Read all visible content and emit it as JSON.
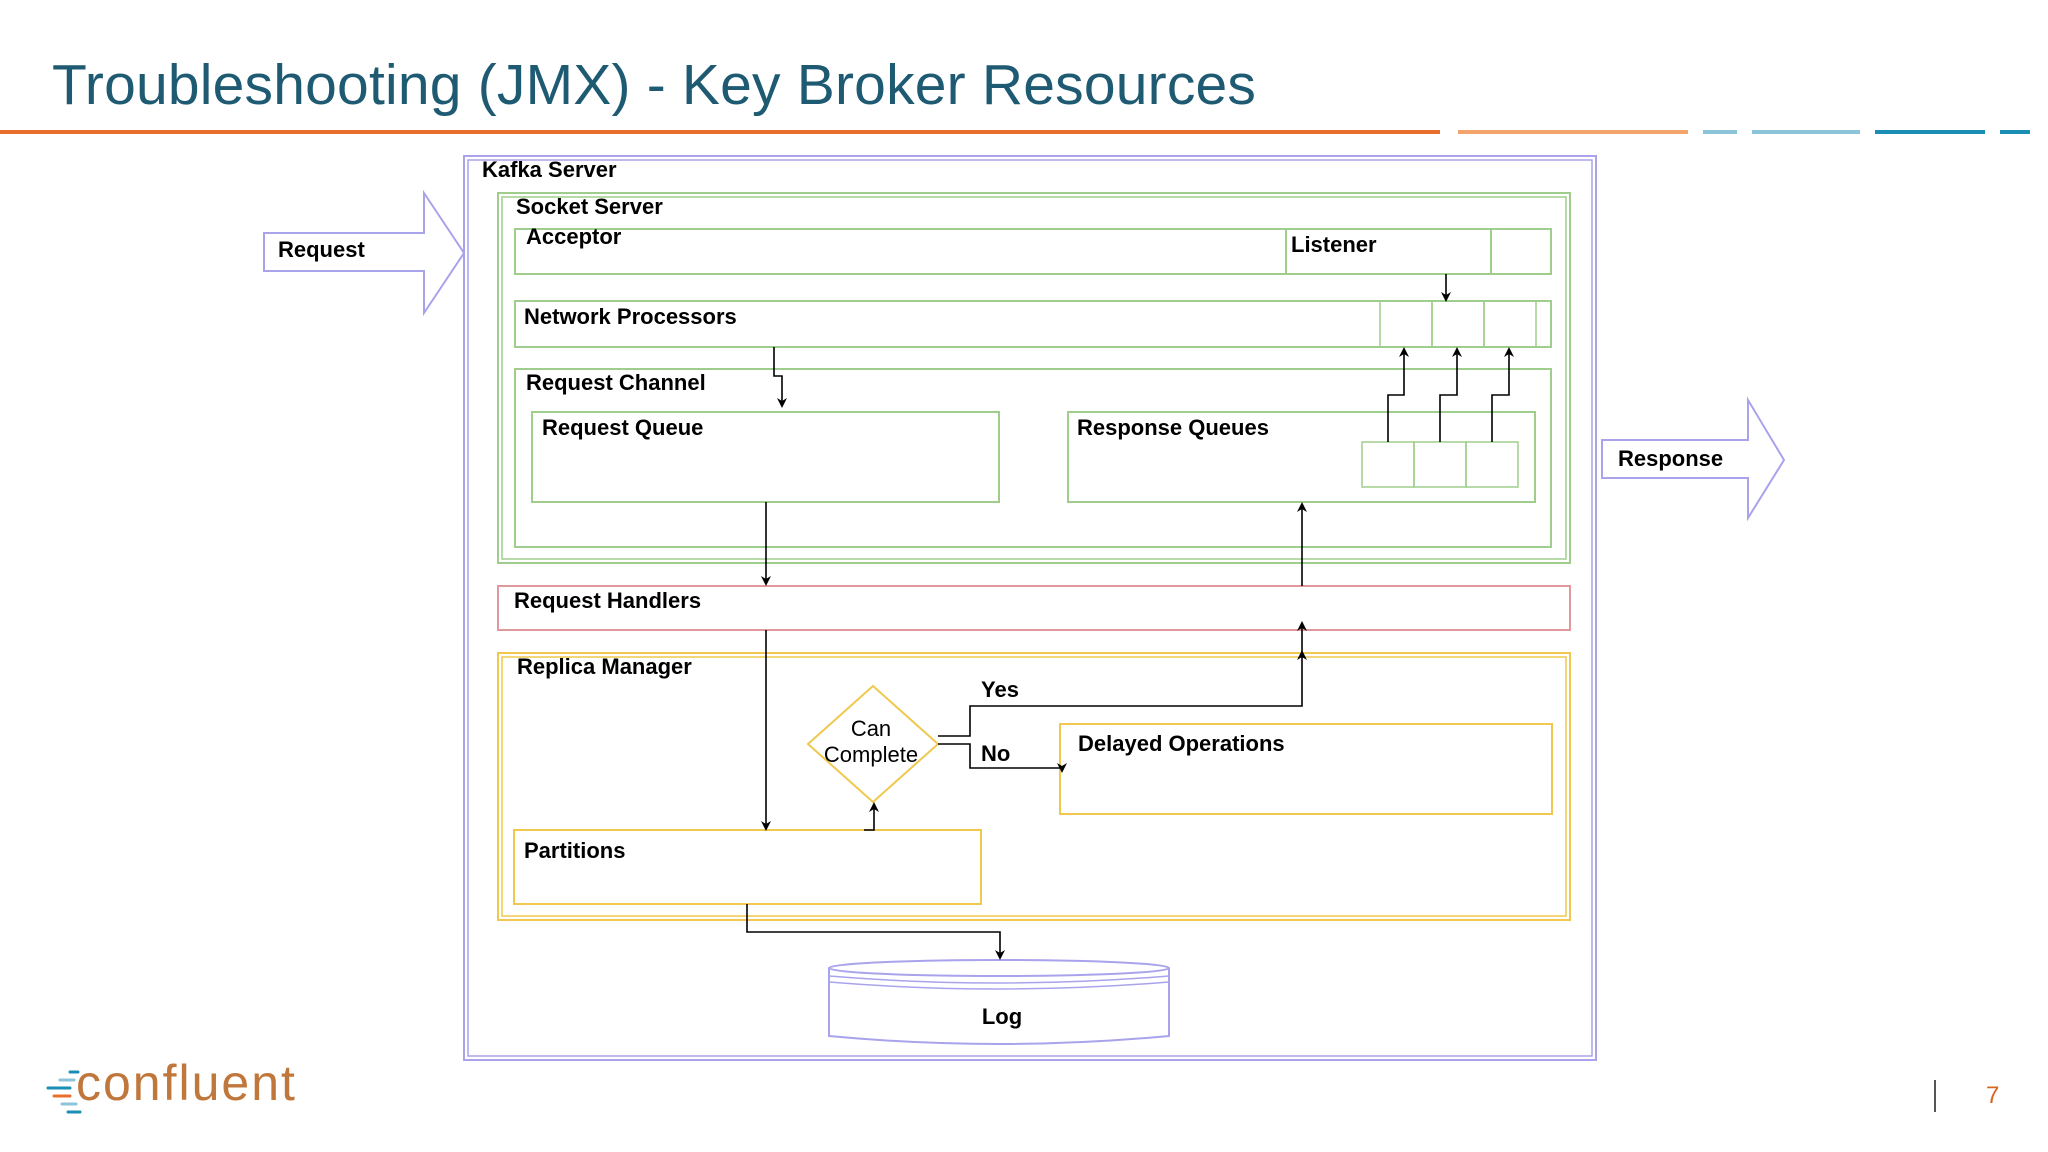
{
  "slide": {
    "title": "Troubleshooting (JMX) - Key Broker Resources",
    "page_number": "7",
    "logo_text": "confluent"
  },
  "colors": {
    "title": "#1f5a73",
    "accent_orange": "#e8702a",
    "accent_light_orange": "#f2a46b",
    "accent_light_blue": "#8cc4d9",
    "accent_teal": "#1a8eb5",
    "server_border": "#a9a3ec",
    "socket_border": "#9fce8c",
    "handlers_border": "#e0989c",
    "replica_border": "#f0c84e"
  },
  "diagram": {
    "kafka_server": "Kafka Server",
    "socket_server": "Socket Server",
    "acceptor": "Acceptor",
    "listener": "Listener",
    "network_processors": "Network Processors",
    "request_channel": "Request Channel",
    "request_queue": "Request Queue",
    "response_queues": "Response Queues",
    "request_handlers": "Request Handlers",
    "replica_manager": "Replica Manager",
    "can_complete_line1": "Can",
    "can_complete_line2": "Complete",
    "yes": "Yes",
    "no": "No",
    "delayed_operations": "Delayed Operations",
    "partitions": "Partitions",
    "log": "Log",
    "request": "Request",
    "response": "Response"
  }
}
